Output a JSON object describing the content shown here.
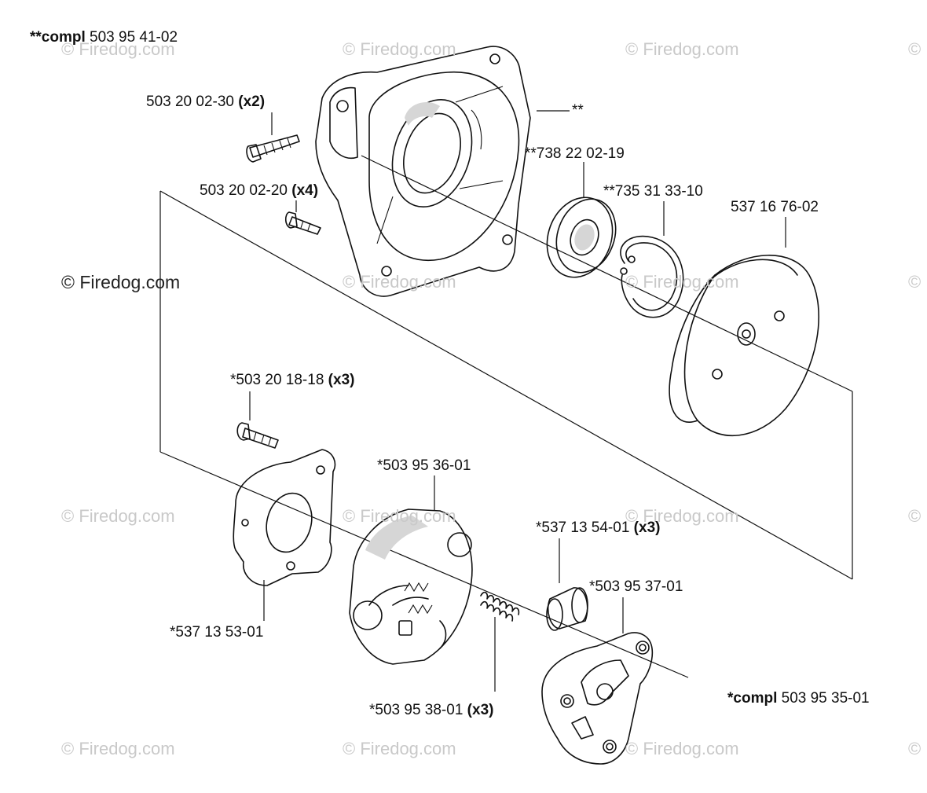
{
  "labels": {
    "compl_top": {
      "prefix": "**compl",
      "num": "503 95 41-02"
    },
    "bolt_x2": {
      "num": "503 20 02-30",
      "qty": "(x2)"
    },
    "housing_ref": {
      "num": "**"
    },
    "bearing": {
      "num": "**738 22 02-19"
    },
    "circlip": {
      "num": "**735 31 33-10"
    },
    "bolt_x4": {
      "num": "503 20 02-20",
      "qty": "(x4)"
    },
    "drum": {
      "num": "537 16 76-02"
    },
    "screw_x3": {
      "num": "*503 20 18-18",
      "qty": "(x3)"
    },
    "shoe": {
      "num": "*503 95 36-01"
    },
    "bushing_x3": {
      "num": "*537 13 54-01",
      "qty": "(x3)"
    },
    "hub": {
      "num": "*503 95 37-01"
    },
    "plate": {
      "num": "*537 13 53-01"
    },
    "compl_bottom": {
      "prefix": "*compl",
      "num": "503 95 35-01"
    },
    "spring_x3": {
      "num": "*503 95 38-01",
      "qty": "(x3)"
    }
  },
  "watermark": {
    "text": "© Firedog.com",
    "edge": "©"
  },
  "colors": {
    "line": "#111111",
    "watermark": "#c9c9c9",
    "background": "#ffffff"
  }
}
